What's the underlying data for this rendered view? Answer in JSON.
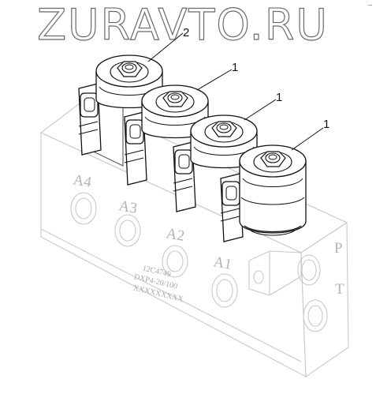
{
  "watermark": "ZURAVTO.RU",
  "corner_mark": "~",
  "callouts": [
    "2",
    "1",
    "1",
    "1"
  ],
  "ports": [
    "A4",
    "A3",
    "A2",
    "A1",
    "P",
    "T"
  ],
  "engraving": [
    "12C4749",
    "DXP4-20/100",
    "XXXXXXXXX"
  ]
}
